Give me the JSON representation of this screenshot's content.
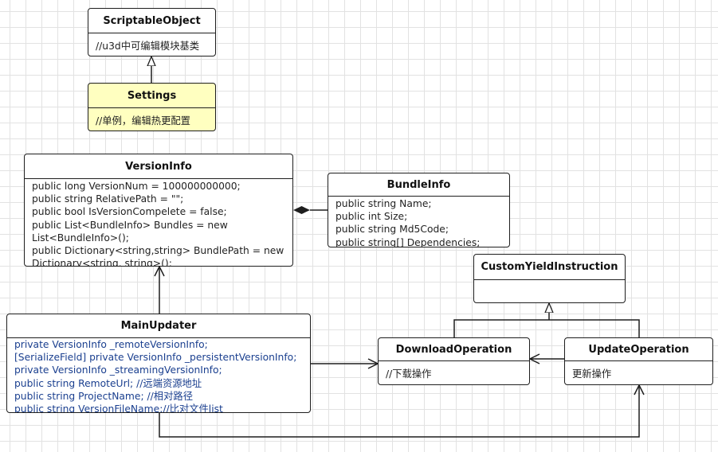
{
  "classes": {
    "scriptable_object": {
      "name": "ScriptableObject",
      "lines": [
        "//u3d中可编辑模块基类"
      ]
    },
    "settings": {
      "name": "Settings",
      "lines": [
        "//单例，编辑热更配置"
      ]
    },
    "version_info": {
      "name": "VersionInfo",
      "lines": [
        "public long VersionNum = 100000000000;",
        "public string RelativePath = \"\";",
        "public bool IsVersionCompelete = false;",
        "public List<BundleInfo> Bundles = new",
        "List<BundleInfo>();",
        "public Dictionary<string,string> BundlePath = new",
        "Dictionary<string, string>();"
      ]
    },
    "bundle_info": {
      "name": "BundleInfo",
      "lines": [
        "public string Name;",
        "public int Size;",
        "public string Md5Code;",
        "public string[] Dependencies;"
      ]
    },
    "custom_yield_instruction": {
      "name": "CustomYieldInstruction",
      "lines": []
    },
    "main_updater": {
      "name": "MainUpdater",
      "lines": [
        "private VersionInfo _remoteVersionInfo;",
        "[SerializeField] private VersionInfo _persistentVersionInfo;",
        "private VersionInfo _streamingVersionInfo;",
        "public string RemoteUrl; //远端资源地址",
        "public string ProjectName; //相对路径",
        "public string VersionFileName;//比对文件list"
      ]
    },
    "download_operation": {
      "name": "DownloadOperation",
      "lines": [
        "//下载操作"
      ]
    },
    "update_operation": {
      "name": "UpdateOperation",
      "lines": [
        "更新操作"
      ]
    }
  },
  "colors": {
    "line": "#1e1e1e",
    "grid": "#e2e2e2",
    "settings_fill": "#ffffc0",
    "main_updater_text": "#1a3f8f"
  }
}
